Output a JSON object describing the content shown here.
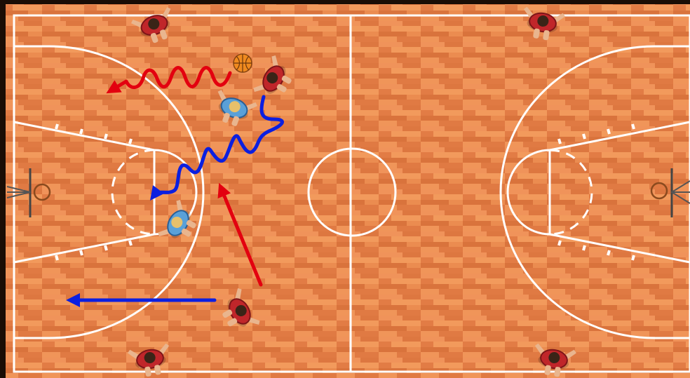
{
  "colors": {
    "frame": "#1a0d05",
    "wood_base": "#e8834a",
    "wood_light": "#f29a5c",
    "wood_dark": "#d76f38",
    "lines": "#ffffff",
    "red_team": "#c0262a",
    "red_team_dark": "#7d1518",
    "blue_team": "#5aa0d8",
    "blue_team_dark": "#2a5f96",
    "arrow_red": "#e3000f",
    "arrow_blue": "#0b1fe0",
    "ball": "#f08a1f",
    "skin": "#e9b58e"
  },
  "court": {
    "type": "basketball-half-court-diagram",
    "hoops": [
      "left-hoop",
      "right-hoop"
    ]
  },
  "players": [
    {
      "id": "red-1",
      "team": "red",
      "role": "top-left-corner"
    },
    {
      "id": "red-2",
      "team": "red",
      "role": "top-right-corner"
    },
    {
      "id": "red-3",
      "team": "red",
      "role": "ball-handler"
    },
    {
      "id": "red-4",
      "team": "red",
      "role": "bottom-wing"
    },
    {
      "id": "red-5",
      "team": "red",
      "role": "bottom-left-corner"
    },
    {
      "id": "red-6",
      "team": "red",
      "role": "bottom-right-corner"
    },
    {
      "id": "blue-1",
      "team": "blue",
      "role": "defender-top"
    },
    {
      "id": "blue-2",
      "team": "blue",
      "role": "defender-post"
    }
  ],
  "arrows": [
    {
      "id": "red-dribble",
      "color": "red",
      "style": "zigzag"
    },
    {
      "id": "blue-zigzag",
      "color": "blue",
      "style": "zigzag"
    },
    {
      "id": "red-cut",
      "color": "red",
      "style": "straight"
    },
    {
      "id": "blue-cut",
      "color": "blue",
      "style": "straight"
    }
  ]
}
